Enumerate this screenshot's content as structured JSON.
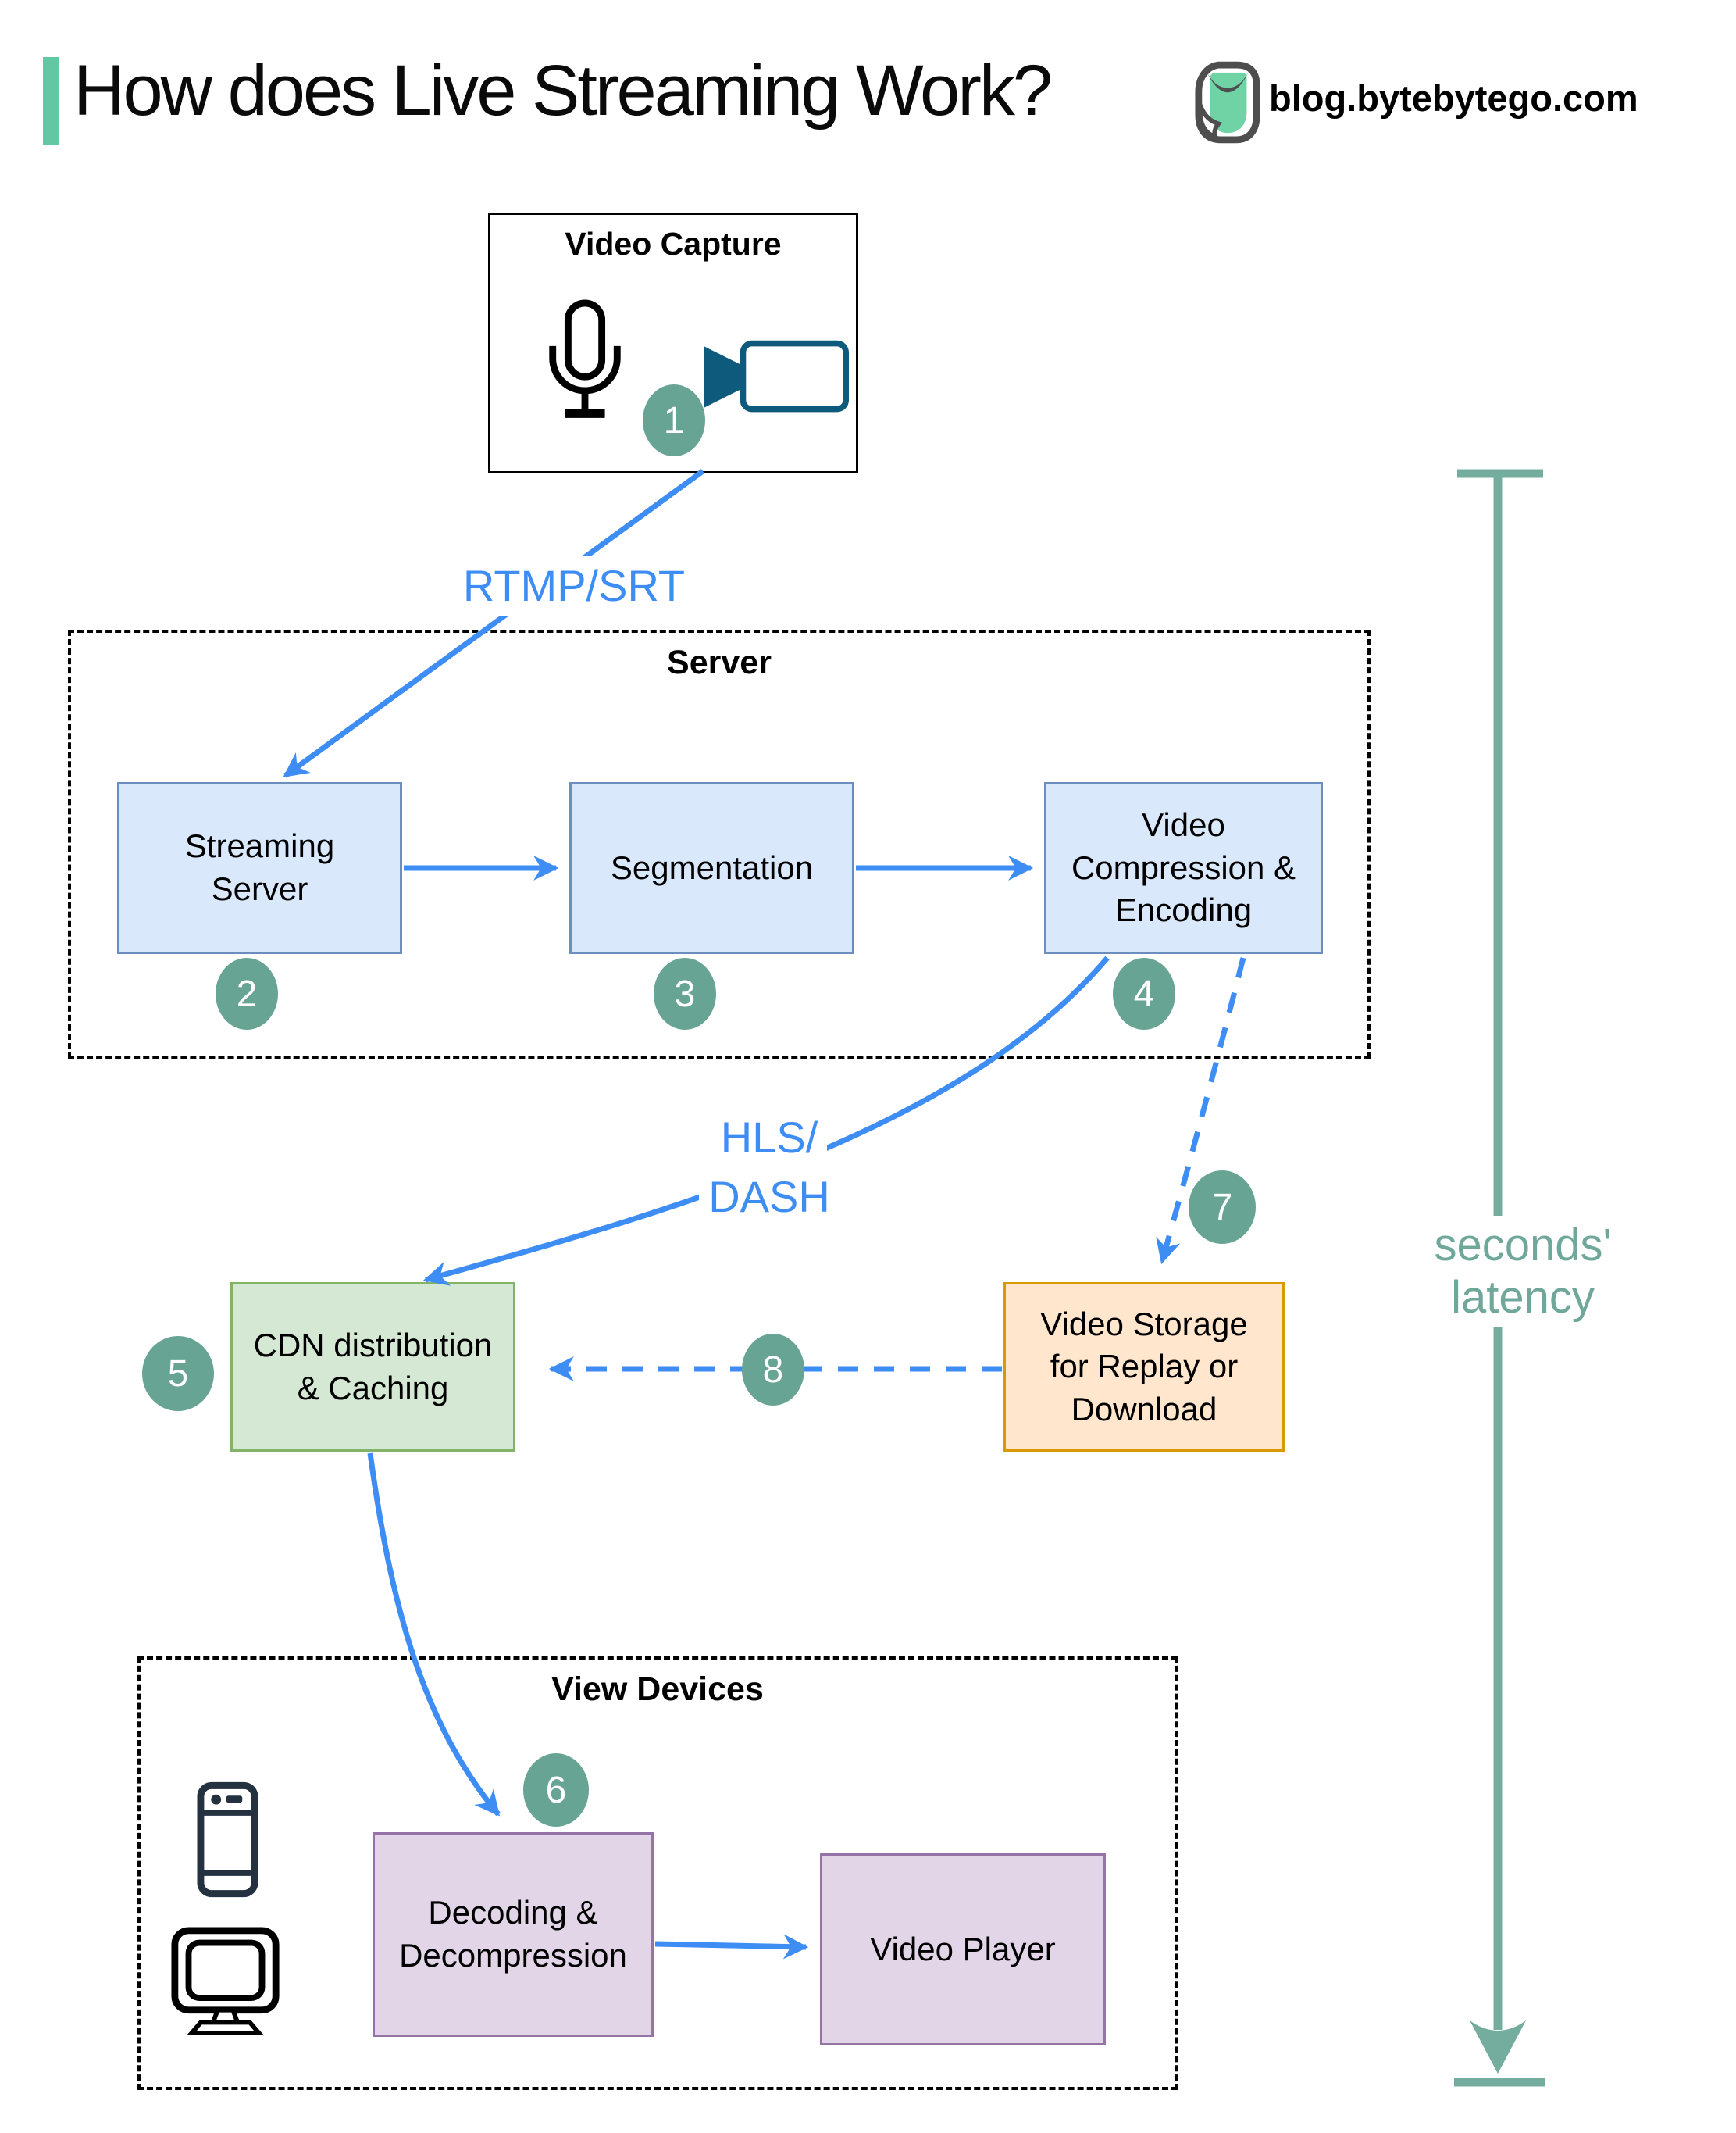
{
  "page": {
    "title": "How does Live Streaming Work?",
    "site": "blog.bytebytego.com"
  },
  "groups": {
    "video_capture": {
      "label": "Video Capture"
    },
    "server": {
      "label": "Server"
    },
    "view_devices": {
      "label": "View Devices"
    }
  },
  "nodes": {
    "streaming_server": "Streaming Server",
    "segmentation": "Segmentation",
    "compression": "Video Compression & Encoding",
    "cdn": "CDN distribution & Caching",
    "storage": "Video Storage for Replay or Download",
    "decoding": "Decoding & Decompression",
    "player": "Video Player"
  },
  "edge_labels": {
    "rtmp": "RTMP/SRT",
    "hls_line1": "HLS/",
    "hls_line2": "DASH",
    "latency": "seconds' latency"
  },
  "badges": [
    "1",
    "2",
    "3",
    "4",
    "5",
    "6",
    "7",
    "8"
  ],
  "icons": [
    "microphone-icon",
    "video-camera-icon",
    "smartphone-icon",
    "monitor-icon",
    "bytebytego-logo-icon"
  ],
  "colors": {
    "accent_green": "#62c7a2",
    "arrow_blue": "#3d8df5",
    "badge_teal": "#68a494",
    "latency_teal": "#6fa89a",
    "node_blue_fill": "#dae8fc",
    "node_blue_stroke": "#6c8ebf",
    "node_green_fill": "#d5e8d4",
    "node_green_stroke": "#82b366",
    "node_orange_fill": "#ffe6cc",
    "node_orange_stroke": "#d79b00",
    "node_purple_fill": "#e1d5e7",
    "node_purple_stroke": "#9673a6",
    "camera_teal": "#0d5a7d",
    "phone_navy": "#243140"
  }
}
